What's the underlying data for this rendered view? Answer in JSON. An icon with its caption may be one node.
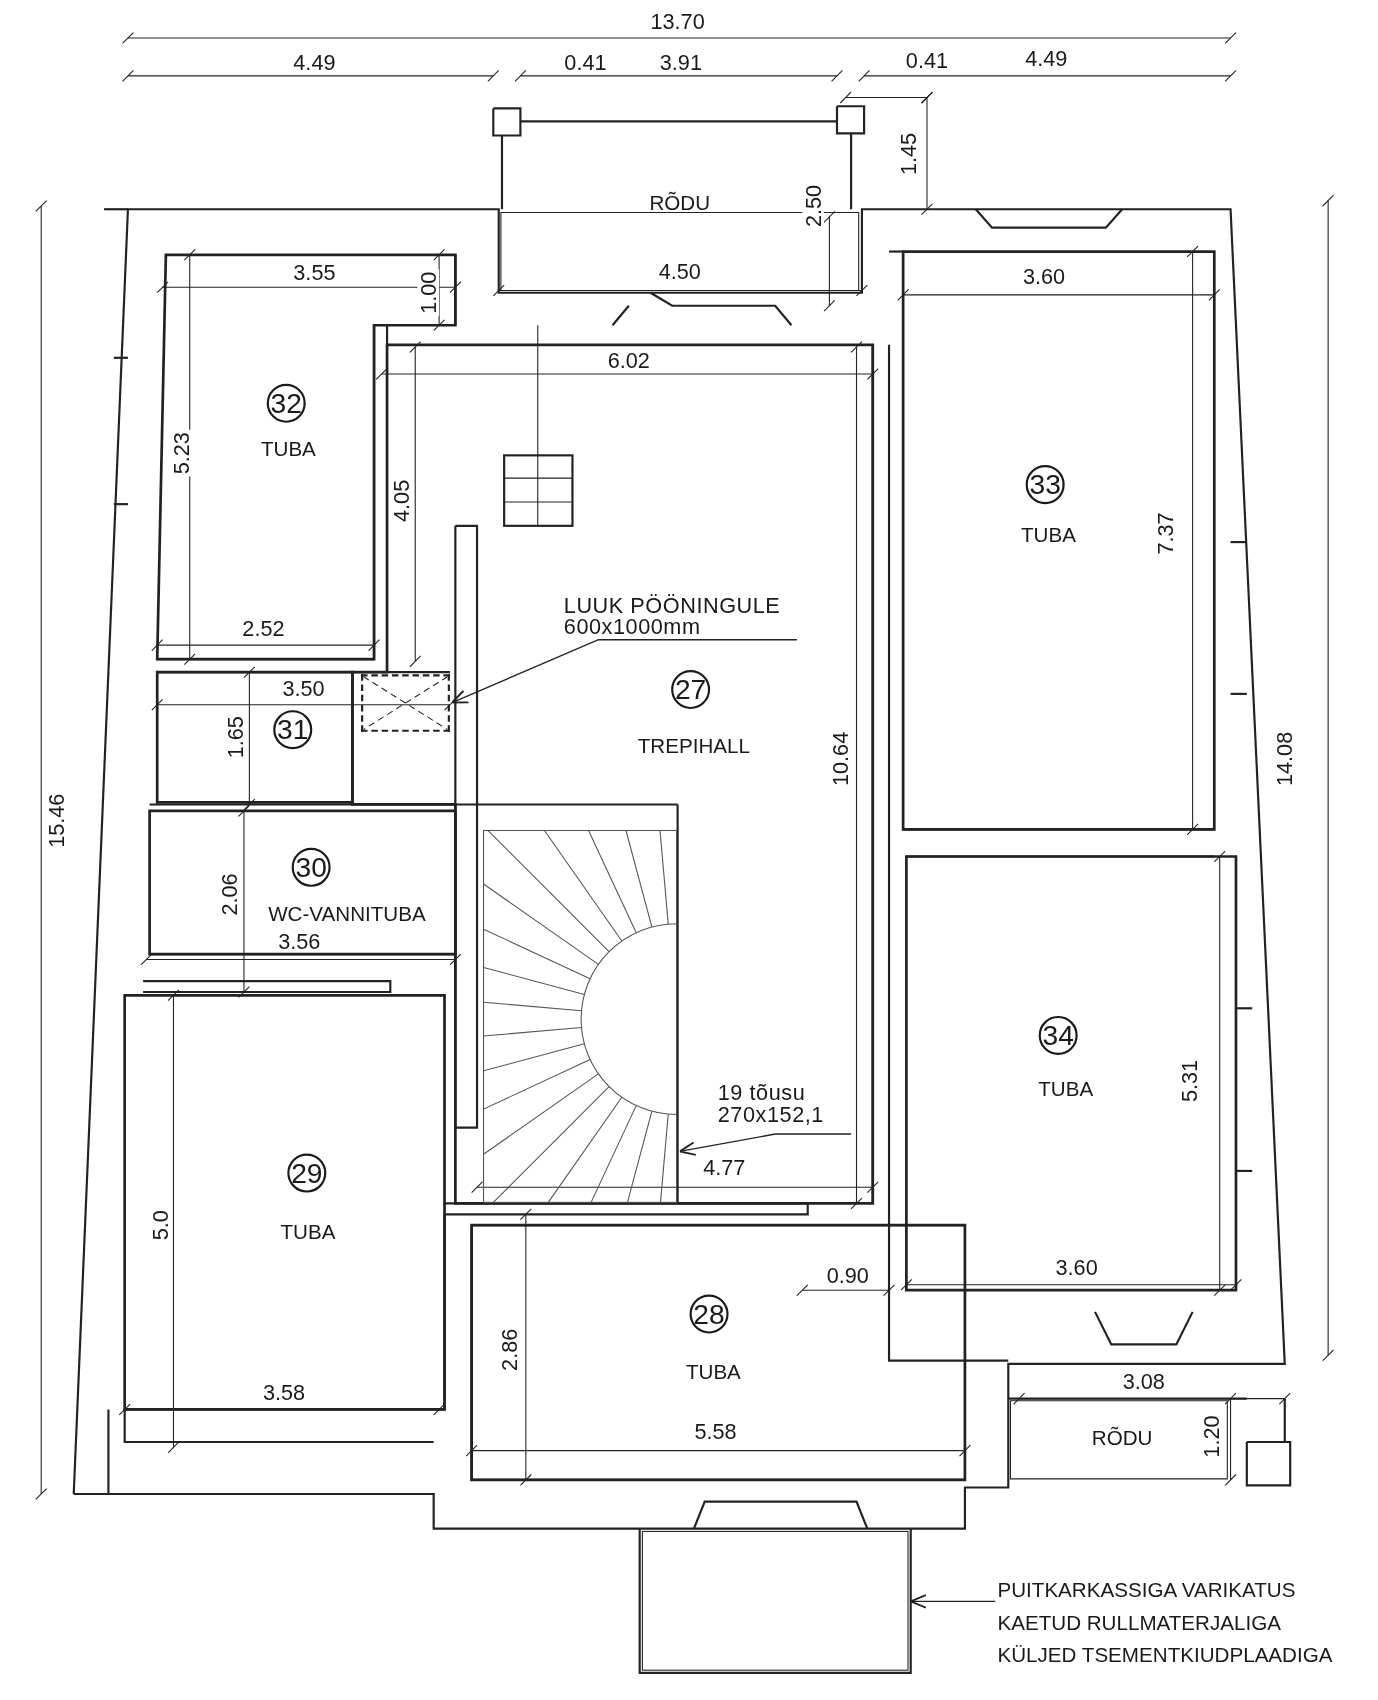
{
  "diagram": {
    "nodes": [
      {
        "text": [
          "RÕDU"
        ]
      },
      {
        "text": [
          "32",
          "TUBA"
        ]
      },
      {
        "text": [
          "33",
          "TUBA"
        ]
      },
      {
        "text": [
          "27",
          "TREPIHALL"
        ]
      },
      {
        "text": [
          "31"
        ]
      },
      {
        "text": [
          "30",
          "WC-VANNITUBA"
        ]
      },
      {
        "text": [
          "34",
          "TUBA"
        ]
      },
      {
        "text": [
          "29",
          "TUBA"
        ]
      },
      {
        "text": [
          "28",
          "TUBA"
        ]
      },
      {
        "text": [
          "RÕDU"
        ]
      },
      {
        "text": [
          "LUUK PÖÖNINGULE 600x1000mm"
        ],
        "in": 3
      },
      {
        "text": [],
        "shape": "box",
        "in": 3
      },
      {
        "text": [],
        "shape": "picture",
        "in": 3
      },
      {
        "text": [
          "19 tõusu 270x152,1"
        ],
        "in": 3
      },
      {
        "text": [],
        "shape": "box"
      },
      {
        "text": [
          "PUITKARKASSIGA VARIKATUS KAETUD RULLMATERJALIGA KÜLJED TSEMENTKIUDPLAADIGA"
        ]
      }
    ],
    "edges": [
      {
        "from": 10,
        "to": 11,
        "arrow": "to"
      },
      {
        "from": 13,
        "to": 12,
        "arrow": "to"
      },
      {
        "from": 15,
        "to": 14,
        "arrow": "to"
      }
    ],
    "labels": [
      "13.70",
      "4.49",
      "0.41",
      "3.91",
      "0.41",
      "4.49",
      "1.45",
      "2.50",
      "3.55",
      "4.50",
      "3.60",
      "1.00",
      "6.02",
      "5.23",
      "4.05",
      "7.37",
      "2.52",
      "3.50",
      "1.65",
      "10.64",
      "14.08",
      "15.46",
      "2.06",
      "3.56",
      "4.77",
      "5.31",
      "5.0",
      "0.90",
      "3.60",
      "3.08",
      "1.20",
      "2.86",
      "3.58",
      "5.58"
    ]
  }
}
